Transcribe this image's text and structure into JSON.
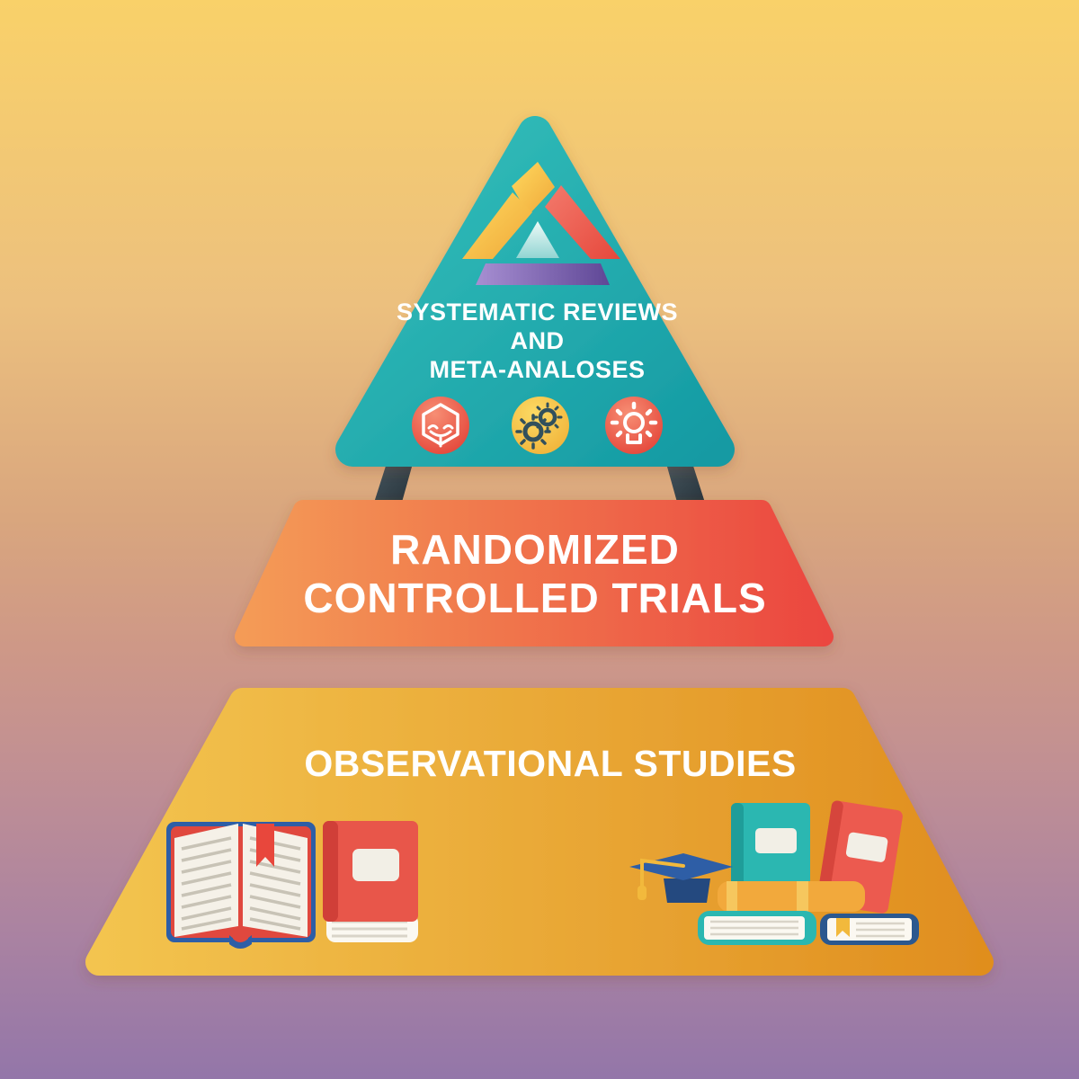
{
  "infographic": {
    "type": "evidence-pyramid",
    "background": {
      "gradient_top": "#F9D169",
      "gradient_middle": "#D8A57E",
      "gradient_bottom": "#9376A9"
    },
    "levels": [
      {
        "id": "systematic-reviews",
        "line1": "SYSTEMATIC REVIEWS",
        "line2": "AND",
        "line3": "META-ANALOSES",
        "shape": "triangle",
        "colors": [
          "#33BCB8",
          "#189DA4"
        ],
        "logo": "triangle-prism-logo",
        "logo_colors": [
          "#FFD95E",
          "#EFA83A",
          "#F37A6C",
          "#E6483C",
          "#E9F9F6",
          "#92D5D3",
          "#A78FD2",
          "#5F4796"
        ],
        "icons": [
          {
            "name": "hexagon-hands-icon",
            "bg": [
              "#F6876D",
              "#E13A30"
            ],
            "glyph_color": "#FFFFFF"
          },
          {
            "name": "gears-icon",
            "bg": [
              "#FCDA64",
              "#EFAD33"
            ],
            "glyph_color": "#32505C"
          },
          {
            "name": "virus-sun-icon",
            "bg": [
              "#F6876D",
              "#E13A30"
            ],
            "glyph_color": "#FFFFFF"
          }
        ]
      },
      {
        "id": "randomized-controlled-trials",
        "line1": "RANDOMIZED",
        "line2": "CONTROLLED TRIALS",
        "shape": "trapezoid",
        "colors": [
          "#F49B56",
          "#EB4740"
        ]
      },
      {
        "id": "observational-studies",
        "title": "OBSERVATIONAL STUDIES",
        "shape": "trapezoid",
        "colors": [
          "#F3C44F",
          "#E08E1F"
        ],
        "decorations": [
          "open-book-illustration",
          "red-book-illustration",
          "graduation-cap-illustration",
          "stacked-books-illustration"
        ]
      }
    ],
    "legs_color": "#3B4B55",
    "text_color": "#FFFFFF"
  }
}
